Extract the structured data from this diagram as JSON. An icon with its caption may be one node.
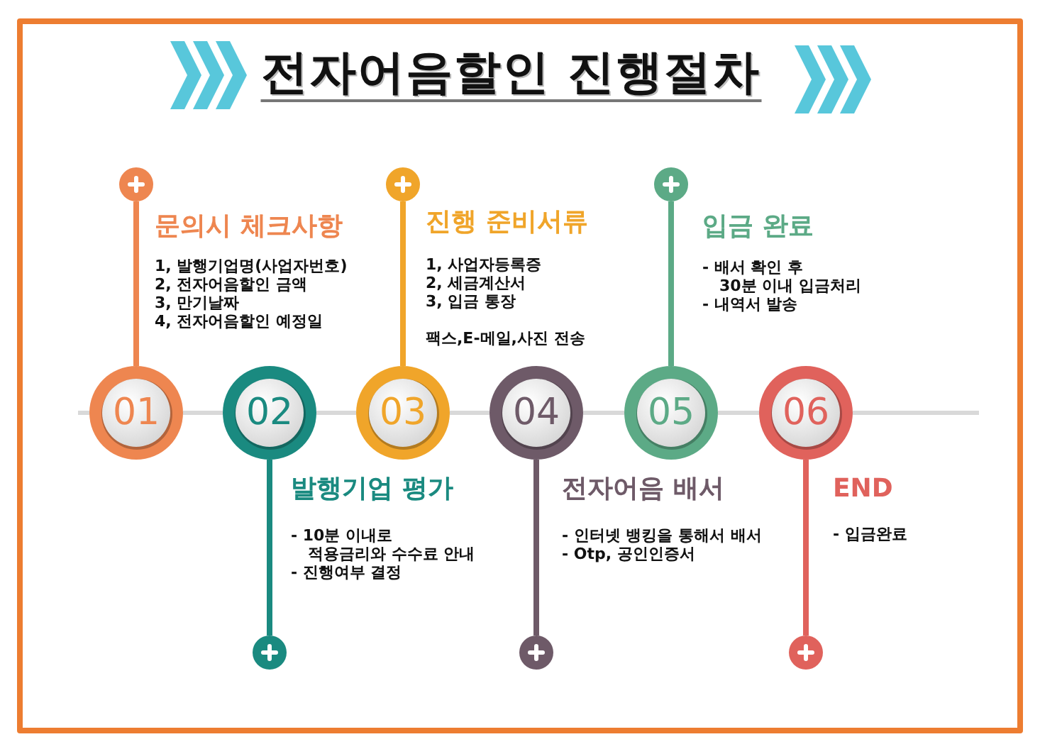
{
  "diagram": {
    "title": "전자어음할인 진행절차",
    "nodes": [
      {
        "text": [
          "01"
        ],
        "beside": [
          "문의시 체크사항",
          "1, 발행기업명(사업자번호)",
          "2, 전자어음할인 금액",
          "3, 만기날짜",
          "4, 전자어음할인 예정일"
        ]
      },
      {
        "text": [
          "02"
        ],
        "beside": [
          "발행기업 평가",
          "- 10분 이내로",
          "적용금리와 수수료 안내",
          "- 진행여부 결정"
        ]
      },
      {
        "text": [
          "03"
        ],
        "beside": [
          "진행 준비서류",
          "1, 사업자등록증",
          "2, 세금계산서",
          "3, 입금 통장",
          "팩스,E-메일,사진 전송"
        ]
      },
      {
        "text": [
          "04"
        ],
        "beside": [
          "전자어음 배서",
          "- 인터넷 뱅킹을 통해서 배서",
          "- Otp, 공인인증서"
        ]
      },
      {
        "text": [
          "05"
        ],
        "beside": [
          "입금 완료",
          "- 배서 확인 후",
          "30분 이내 입금처리",
          "- 내역서 발송"
        ]
      },
      {
        "text": [
          "06"
        ],
        "beside": [
          "END",
          "- 입금완료"
        ]
      },
      {
        "text": [],
        "shape": "circle"
      },
      {
        "text": [],
        "shape": "circle"
      },
      {
        "text": [],
        "shape": "circle"
      },
      {
        "text": [],
        "shape": "circle"
      },
      {
        "text": [],
        "shape": "circle"
      },
      {
        "text": [],
        "shape": "circle"
      }
    ],
    "edges": [
      {
        "from": 0,
        "to": 1,
        "arrow": "none"
      },
      {
        "from": 1,
        "to": 2,
        "arrow": "none"
      },
      {
        "from": 2,
        "to": 3,
        "arrow": "none"
      },
      {
        "from": 3,
        "to": 4,
        "arrow": "none"
      },
      {
        "from": 4,
        "to": 5,
        "arrow": "none"
      },
      {
        "from": 0,
        "to": 6,
        "arrow": "none",
        "color": "#ee8650"
      },
      {
        "from": 1,
        "to": 7,
        "arrow": "none",
        "color": "#1a8a80"
      },
      {
        "from": 2,
        "to": 8,
        "arrow": "none",
        "color": "#f0a52a"
      },
      {
        "from": 3,
        "to": 9,
        "arrow": "none",
        "color": "#6e5a68"
      },
      {
        "from": 4,
        "to": 10,
        "arrow": "none",
        "color": "#5caa86"
      },
      {
        "from": 5,
        "to": 11,
        "arrow": "none",
        "color": "#e0625c"
      }
    ]
  }
}
